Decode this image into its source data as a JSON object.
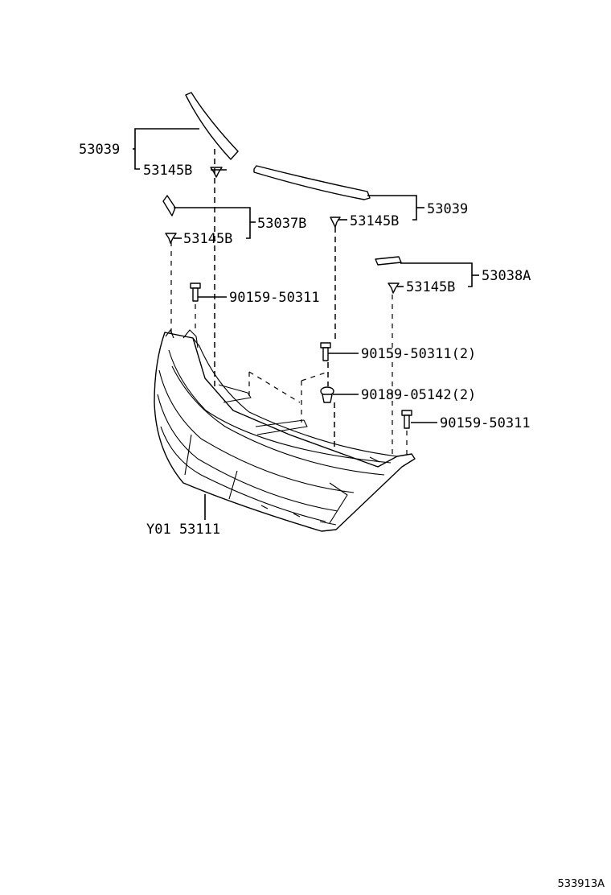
{
  "labels": {
    "molding_left": "53039",
    "clip_left_top": "53145B",
    "molding_right": "53039",
    "clip_right_top": "53145B",
    "bracket_left": "53037B",
    "clip_left_mid": "53145B",
    "bracket_right": "53038A",
    "clip_right_mid": "53145B",
    "screw_left": "90159-50311",
    "screw_center": "90159-50311(2)",
    "clip_center": "90189-05142(2)",
    "screw_right": "90159-50311",
    "grille": "Y01 53111"
  },
  "diagram_code": "533913A"
}
